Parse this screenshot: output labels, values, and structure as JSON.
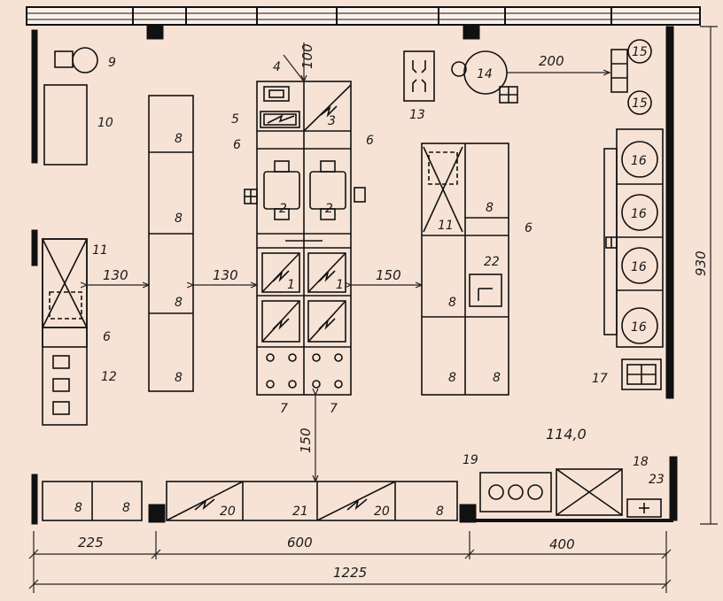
{
  "diagram": {
    "labels": {
      "n1": "1",
      "n2": "2",
      "n3": "3",
      "n4": "4",
      "n5": "5",
      "n6": "6",
      "n7": "7",
      "n8": "8",
      "n9": "9",
      "n10": "10",
      "n11": "11",
      "n12": "12",
      "n13": "13",
      "n14": "14",
      "n15": "15",
      "n16": "16",
      "n17": "17",
      "n18": "18",
      "n19": "19",
      "n20": "20",
      "n21": "21",
      "n22": "22",
      "n23": "23"
    },
    "dimensions": {
      "d100": "100",
      "d130": "130",
      "d150": "150",
      "d200": "200",
      "d225": "225",
      "d600": "600",
      "d400": "400",
      "d1225": "1225",
      "d930": "930"
    },
    "area": "114,0"
  }
}
